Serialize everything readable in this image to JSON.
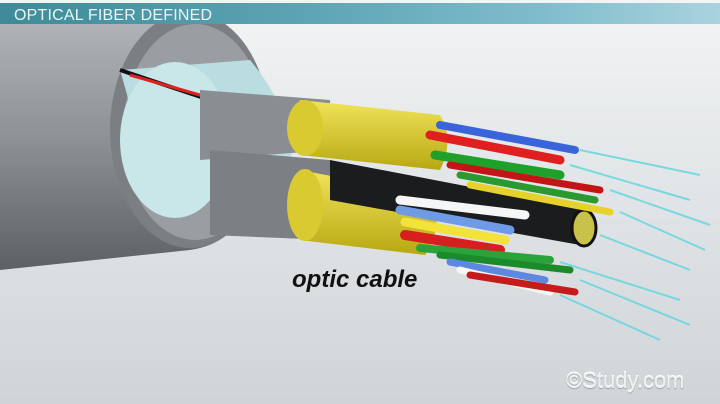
{
  "header": {
    "title": "OPTICAL FIBER DEFINED"
  },
  "illustration": {
    "label": "optic cable"
  },
  "watermark": {
    "text": "©Study.com"
  }
}
